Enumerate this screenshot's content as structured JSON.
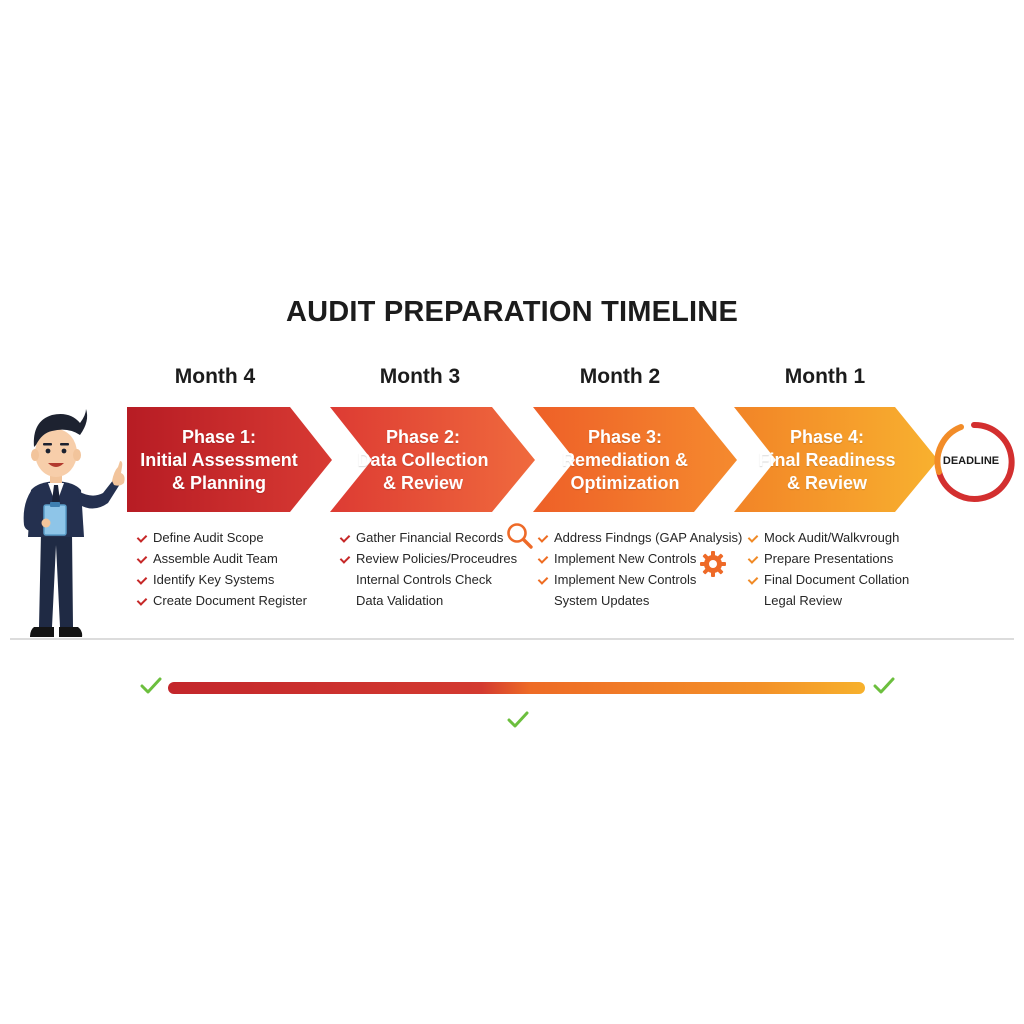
{
  "title": "AUDIT PREPARATION TIMELINE",
  "colors": {
    "phase1": [
      "#b71c24",
      "#d83a33"
    ],
    "phase2": [
      "#dd3b33",
      "#f06a3d"
    ],
    "phase3": [
      "#ee6028",
      "#f58a2e"
    ],
    "phase4": [
      "#f28427",
      "#f8b12f"
    ],
    "check_green": "#6cbf3e",
    "deadline_ring": [
      "#d32f2f",
      "#f28c28"
    ]
  },
  "phases": [
    {
      "month": "Month 4",
      "line1": "Phase 1:",
      "line2": "Initial Assessment",
      "line3": "& Planning",
      "tasks": [
        {
          "text": "Define Audit Scope",
          "checked": true
        },
        {
          "text": "Assemble Audit Team",
          "checked": true
        },
        {
          "text": "Identify Key Systems",
          "checked": true
        },
        {
          "text": "Create Document Register",
          "checked": true
        }
      ]
    },
    {
      "month": "Month 3",
      "line1": "Phase 2:",
      "line2": "Data Collection",
      "line3": "& Review",
      "icon": "magnifier-icon",
      "tasks": [
        {
          "text": "Gather Financial Records",
          "checked": true
        },
        {
          "text": "Review Policies/Proceudres",
          "checked": true
        },
        {
          "text": "Internal Controls Check",
          "checked": false
        },
        {
          "text": "Data Validation",
          "checked": false
        }
      ]
    },
    {
      "month": "Month 2",
      "line1": "Phase 3:",
      "line2": "Remediation &",
      "line3": "Optimization",
      "icon": "gear-icon",
      "tasks": [
        {
          "text": "Address Findngs (GAP Analysis)",
          "checked": true
        },
        {
          "text": "Implement New Controls",
          "checked": true
        },
        {
          "text": "Implement New Controls",
          "checked": true
        },
        {
          "text": "System Updates",
          "checked": false
        }
      ]
    },
    {
      "month": "Month 1",
      "line1": "Phase 4:",
      "line2": "Final Readiness",
      "line3": "& Review",
      "tasks": [
        {
          "text": "Mock Audit/Walkvrough",
          "checked": true
        },
        {
          "text": "Prepare Presentations",
          "checked": true
        },
        {
          "text": "Final Document Collation",
          "checked": true
        },
        {
          "text": "Legal Review",
          "checked": false
        }
      ]
    }
  ],
  "deadline": {
    "label": "DEADLINE"
  }
}
